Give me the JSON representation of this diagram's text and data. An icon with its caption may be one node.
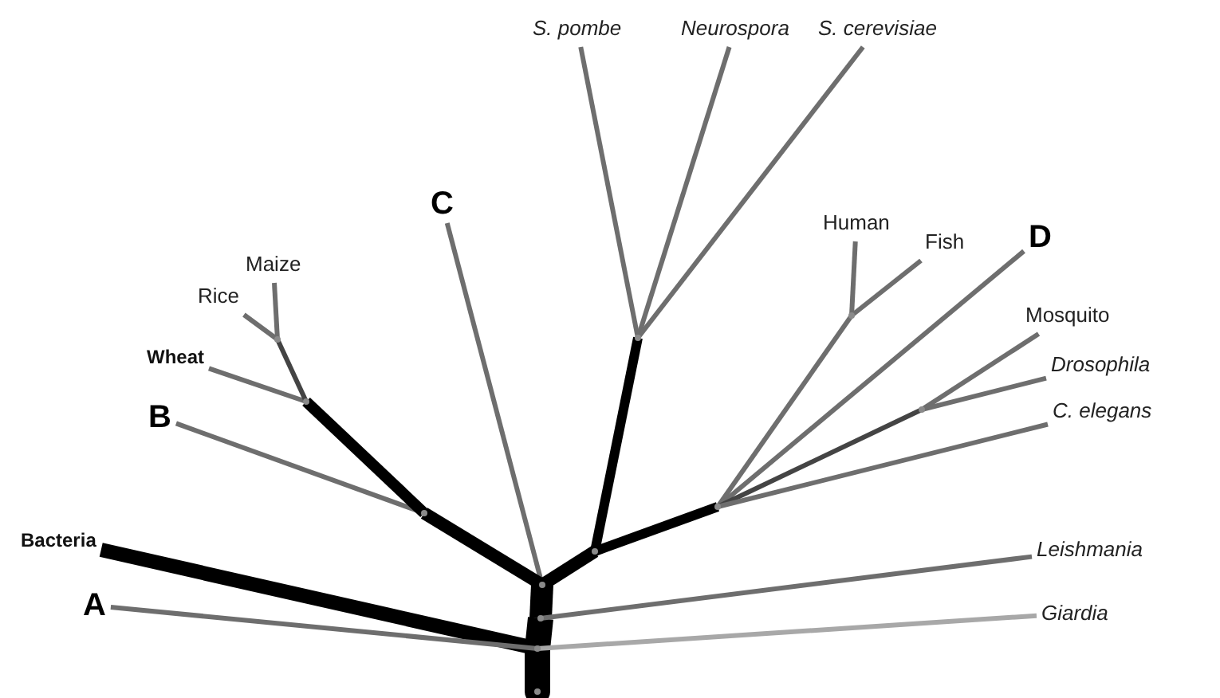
{
  "diagram": {
    "nodes": [
      {
        "text": [
          "S. pombe"
        ]
      },
      {
        "text": [
          "Neurospora"
        ]
      },
      {
        "text": [
          "S. cerevisiae"
        ]
      },
      {
        "text": [
          "C"
        ]
      },
      {
        "text": [
          "Human"
        ]
      },
      {
        "text": [
          "Fish"
        ]
      },
      {
        "text": [
          "D"
        ]
      },
      {
        "text": [
          "Maize"
        ]
      },
      {
        "text": [
          "Rice"
        ]
      },
      {
        "text": [
          "Mosquito"
        ]
      },
      {
        "text": [
          "Wheat"
        ]
      },
      {
        "text": [
          "Drosophila"
        ]
      },
      {
        "text": [
          "B"
        ]
      },
      {
        "text": [
          "C. elegans"
        ]
      },
      {
        "text": [
          "Bacteria"
        ]
      },
      {
        "text": [
          "Leishmania"
        ]
      },
      {
        "text": [
          "A"
        ]
      },
      {
        "text": [
          "Giardia"
        ]
      },
      {
        "text": [],
        "shape": "point"
      },
      {
        "text": [],
        "shape": "point"
      },
      {
        "text": [],
        "shape": "point"
      },
      {
        "text": [],
        "shape": "point"
      },
      {
        "text": [],
        "shape": "point"
      },
      {
        "text": [],
        "shape": "point"
      },
      {
        "text": [],
        "shape": "point"
      },
      {
        "text": [],
        "shape": "point"
      },
      {
        "text": [],
        "shape": "point"
      },
      {
        "text": [],
        "shape": "point"
      },
      {
        "text": [],
        "shape": "point"
      },
      {
        "text": [],
        "shape": "point"
      }
    ],
    "edges": [
      {
        "from": 18,
        "to": 19,
        "arrow": "none",
        "style": "thick",
        "color": "#000000"
      },
      {
        "from": 19,
        "to": 20,
        "arrow": "none",
        "style": "thick",
        "color": "#000000"
      },
      {
        "from": 20,
        "to": 21,
        "arrow": "none",
        "style": "thick",
        "color": "#000000"
      },
      {
        "from": 19,
        "to": 14,
        "arrow": "none",
        "style": "thick",
        "color": "#000000"
      },
      {
        "from": 19,
        "to": 16,
        "arrow": "none"
      },
      {
        "from": 19,
        "to": 17,
        "arrow": "none",
        "color": "#a8a8a8"
      },
      {
        "from": 20,
        "to": 15,
        "arrow": "none"
      },
      {
        "from": 21,
        "to": 3,
        "arrow": "none"
      },
      {
        "from": 21,
        "to": 22,
        "arrow": "none",
        "style": "thick",
        "color": "#000000"
      },
      {
        "from": 22,
        "to": 12,
        "arrow": "none"
      },
      {
        "from": 22,
        "to": 23,
        "arrow": "none",
        "style": "thick",
        "color": "#000000"
      },
      {
        "from": 23,
        "to": 10,
        "arrow": "none"
      },
      {
        "from": 23,
        "to": 24,
        "arrow": "none",
        "color": "#444444"
      },
      {
        "from": 24,
        "to": 8,
        "arrow": "none"
      },
      {
        "from": 24,
        "to": 7,
        "arrow": "none"
      },
      {
        "from": 21,
        "to": 25,
        "arrow": "none",
        "style": "thick",
        "color": "#000000"
      },
      {
        "from": 25,
        "to": 26,
        "arrow": "none",
        "style": "thick",
        "color": "#000000"
      },
      {
        "from": 26,
        "to": 0,
        "arrow": "none"
      },
      {
        "from": 26,
        "to": 1,
        "arrow": "none"
      },
      {
        "from": 26,
        "to": 2,
        "arrow": "none"
      },
      {
        "from": 25,
        "to": 27,
        "arrow": "none",
        "style": "thick",
        "color": "#000000"
      },
      {
        "from": 27,
        "to": 28,
        "arrow": "none"
      },
      {
        "from": 28,
        "to": 4,
        "arrow": "none"
      },
      {
        "from": 28,
        "to": 5,
        "arrow": "none"
      },
      {
        "from": 27,
        "to": 6,
        "arrow": "none"
      },
      {
        "from": 27,
        "to": 29,
        "arrow": "none",
        "color": "#444444"
      },
      {
        "from": 29,
        "to": 9,
        "arrow": "none"
      },
      {
        "from": 29,
        "to": 11,
        "arrow": "none"
      },
      {
        "from": 27,
        "to": 13,
        "arrow": "none"
      }
    ]
  }
}
